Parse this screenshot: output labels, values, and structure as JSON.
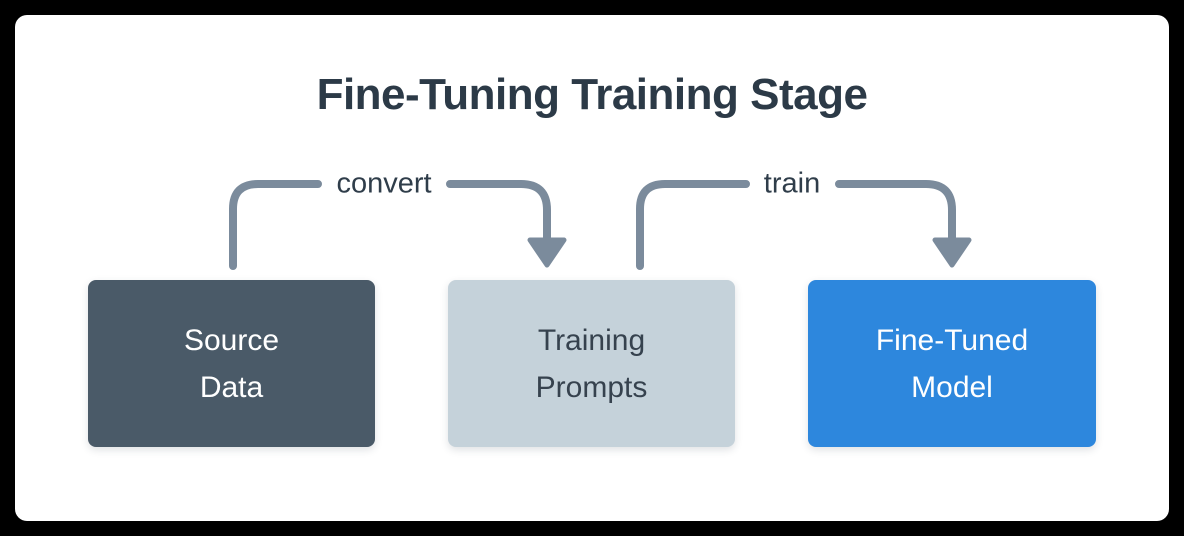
{
  "diagram": {
    "title": "Fine-Tuning Training Stage",
    "colors": {
      "frame_bg": "#000000",
      "card_bg": "#ffffff",
      "title_text": "#2c3a47",
      "arrow": "#7b8b9c",
      "arrow_label_text": "#2f3d4a"
    },
    "arrows": [
      {
        "label": "convert",
        "from": "source-data",
        "to": "training-prompts"
      },
      {
        "label": "train",
        "from": "training-prompts",
        "to": "fine-tuned-model"
      }
    ],
    "boxes": [
      {
        "id": "source-data",
        "line1": "Source",
        "line2": "Data",
        "bg": "#4a5a68",
        "fg": "#ffffff"
      },
      {
        "id": "training-prompts",
        "line1": "Training",
        "line2": "Prompts",
        "bg": "#c5d2da",
        "fg": "#36424e"
      },
      {
        "id": "fine-tuned-model",
        "line1": "Fine-Tuned",
        "line2": "Model",
        "bg": "#2d87dd",
        "fg": "#ffffff"
      }
    ]
  }
}
